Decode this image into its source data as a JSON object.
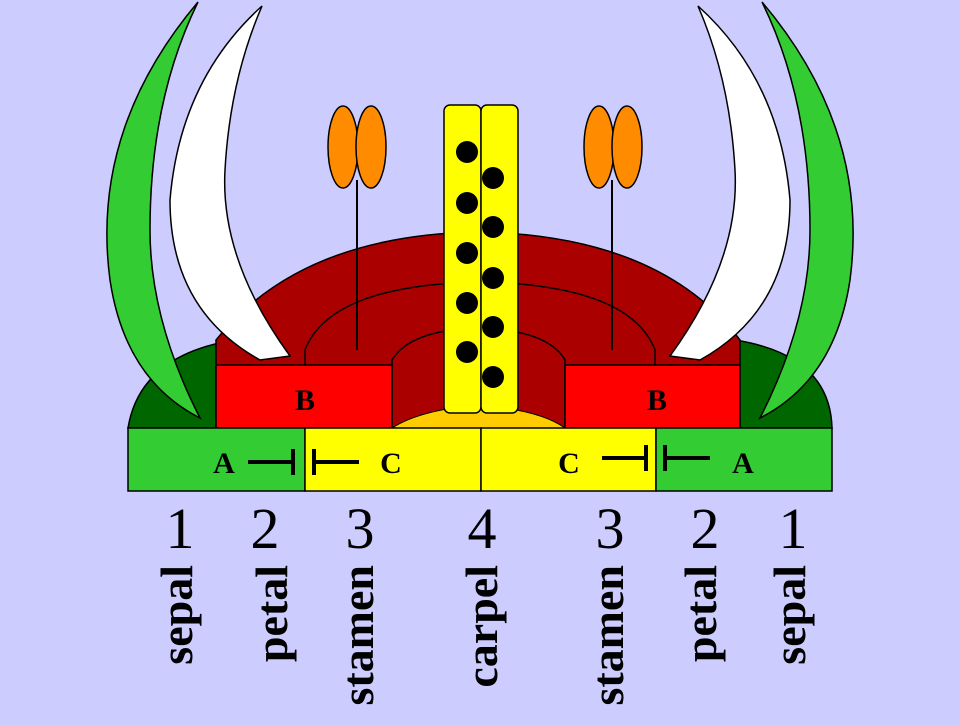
{
  "gene_labels": {
    "b_left": "B",
    "b_right": "B",
    "a_left": "A",
    "c_left": "C",
    "c_right": "C",
    "a_right": "A"
  },
  "whorls": [
    {
      "number": "1",
      "organ": "sepal"
    },
    {
      "number": "2",
      "organ": "petal"
    },
    {
      "number": "3",
      "organ": "stamen"
    },
    {
      "number": "4",
      "organ": "carpel"
    },
    {
      "number": "3",
      "organ": "stamen"
    },
    {
      "number": "2",
      "organ": "petal"
    },
    {
      "number": "1",
      "organ": "sepal"
    }
  ],
  "colors": {
    "background": "#ccccff",
    "sepal": "#33cc33",
    "sepal_base": "#006600",
    "petal": "#ffffff",
    "b_region": "#aa0000",
    "b_box": "#ff0000",
    "c_region": "#ffff00",
    "receptacle": "#ffcc00",
    "anther": "#ff8c00",
    "ovule": "#000000"
  }
}
